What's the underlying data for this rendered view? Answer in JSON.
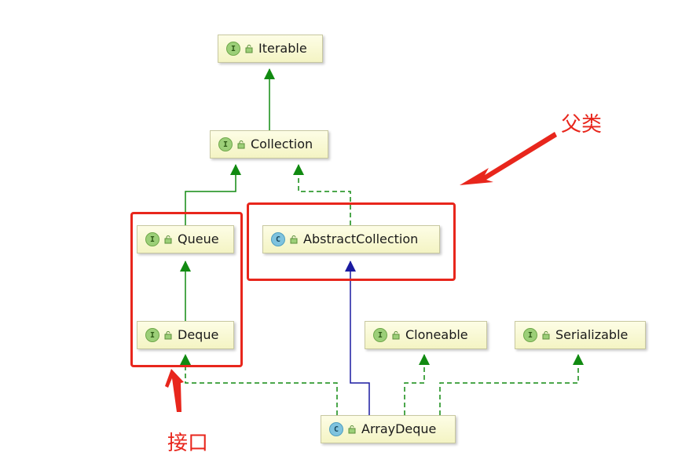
{
  "nodes": {
    "iterable": {
      "kind": "I",
      "label": "Iterable"
    },
    "collection": {
      "kind": "I",
      "label": "Collection"
    },
    "queue": {
      "kind": "I",
      "label": "Queue"
    },
    "deque": {
      "kind": "I",
      "label": "Deque"
    },
    "abstract_collection": {
      "kind": "C",
      "label": "AbstractCollection"
    },
    "cloneable": {
      "kind": "I",
      "label": "Cloneable"
    },
    "serializable": {
      "kind": "I",
      "label": "Serializable"
    },
    "array_deque": {
      "kind": "C",
      "label": "ArrayDeque"
    }
  },
  "edges": [
    {
      "from": "collection",
      "to": "iterable",
      "type": "extends"
    },
    {
      "from": "queue",
      "to": "collection",
      "type": "extends"
    },
    {
      "from": "abstract_collection",
      "to": "collection",
      "type": "implements"
    },
    {
      "from": "deque",
      "to": "queue",
      "type": "extends"
    },
    {
      "from": "array_deque",
      "to": "abstract_collection",
      "type": "class-extends"
    },
    {
      "from": "array_deque",
      "to": "deque",
      "type": "implements"
    },
    {
      "from": "array_deque",
      "to": "cloneable",
      "type": "implements"
    },
    {
      "from": "array_deque",
      "to": "serializable",
      "type": "implements"
    }
  ],
  "annotations": {
    "parent_class": "父类",
    "interface": "接口"
  },
  "colors": {
    "inheritance": "#118a11",
    "class_extends": "#1a1aa0",
    "annotation": "#e8261c"
  }
}
